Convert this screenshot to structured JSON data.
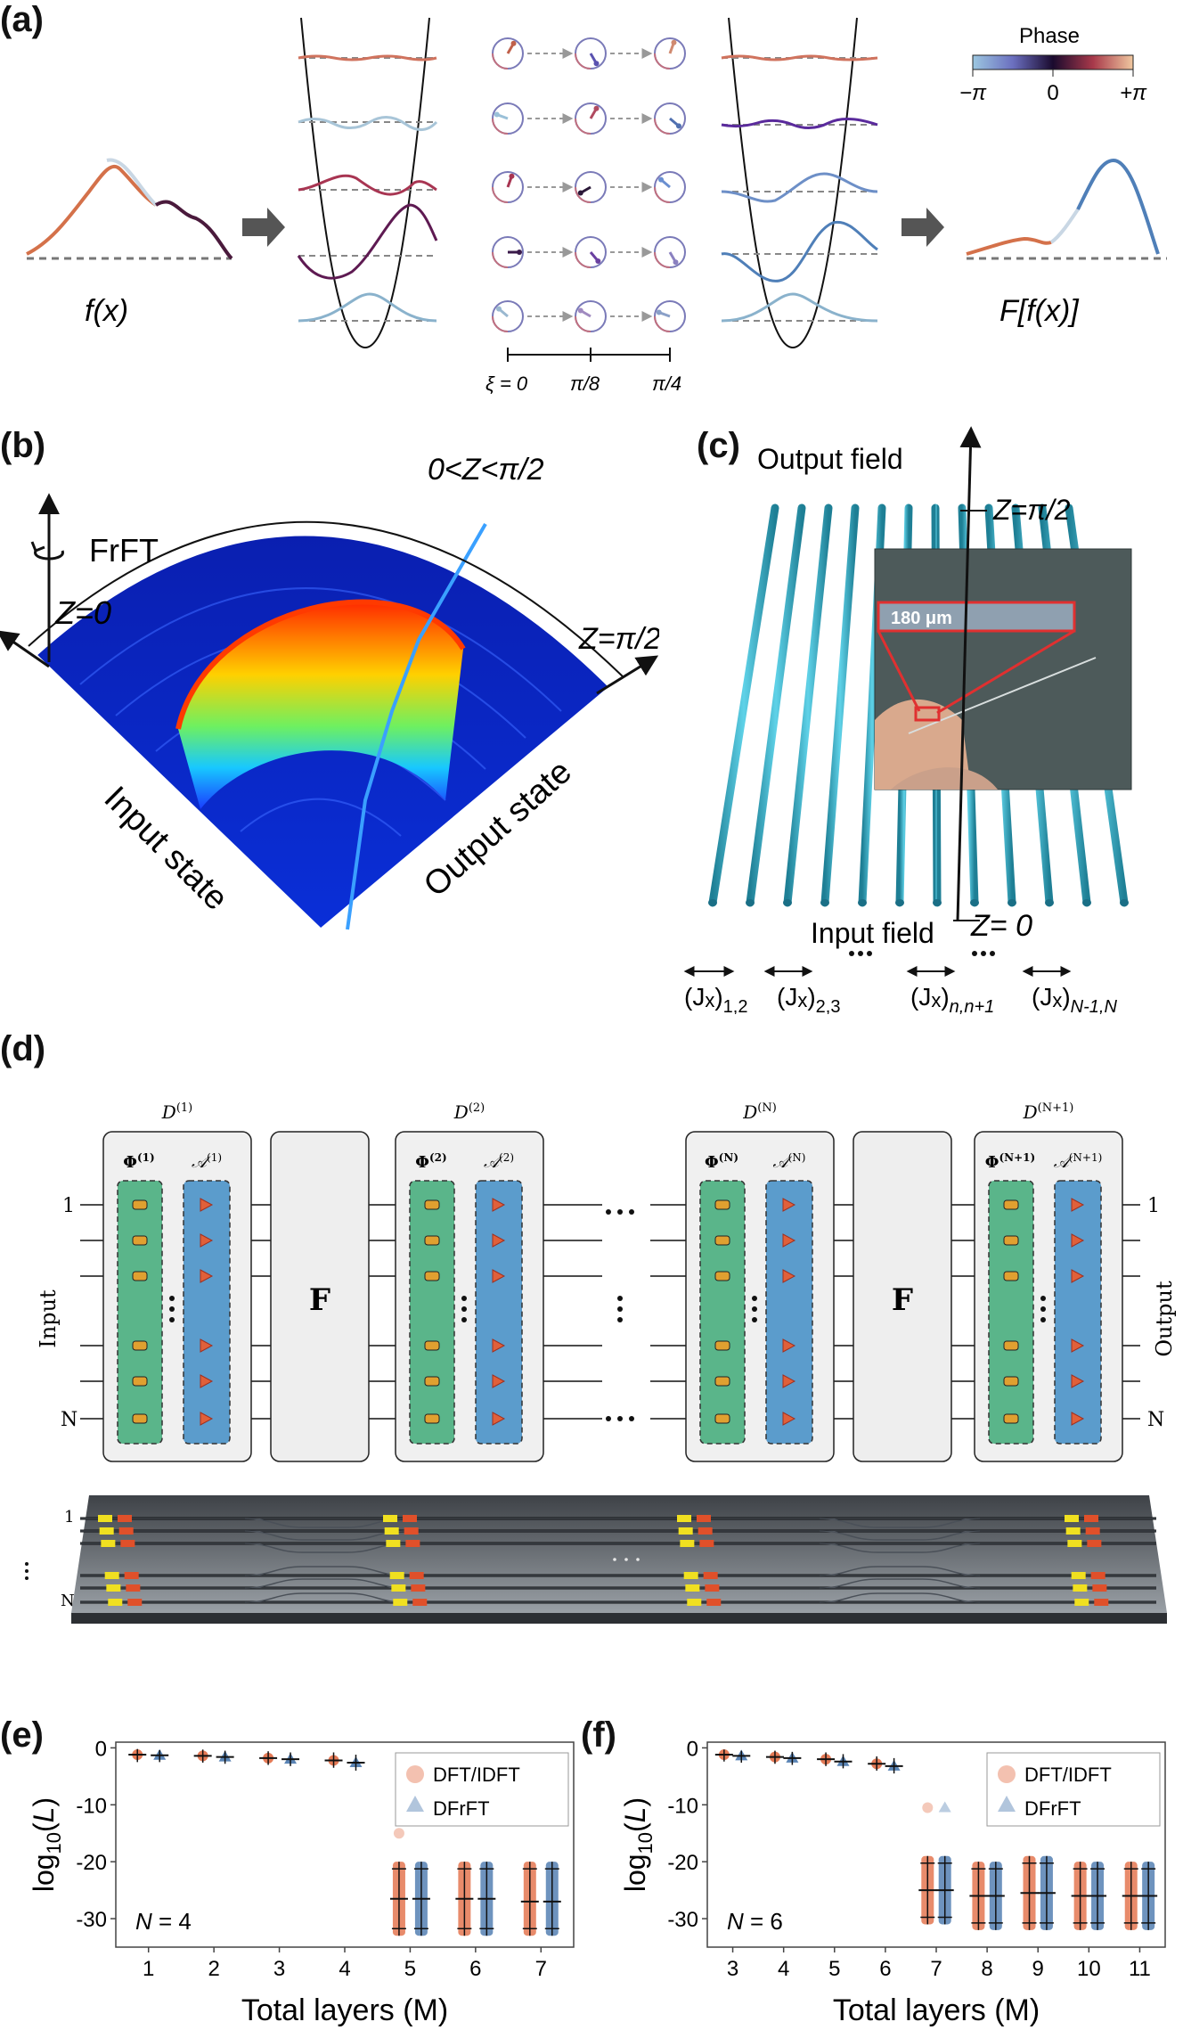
{
  "panels": {
    "a": {
      "label": "(a)",
      "input_label": "f(x)",
      "output_label": "F[f(x)]",
      "colorbar": {
        "title": "Phase",
        "min": "−π",
        "mid": "0",
        "max": "+π"
      },
      "xi_axis": [
        "ξ = 0",
        "π/8",
        "π/4"
      ]
    },
    "b": {
      "label": "(b)",
      "rotation": "FrFT",
      "z0": "Z=0",
      "zmid": "0<Z<π/2",
      "zend": "Z=π/2",
      "input": "Input state",
      "output": "Output state"
    },
    "c": {
      "label": "(c)",
      "output_field": "Output field",
      "input_field": "Input field",
      "z_top": "Z=π/2",
      "z_bottom": "Z= 0",
      "scale": "180 μm",
      "couplings": [
        "(J",
        "x",
        ")",
        "1,2",
        "(J",
        "x",
        ")",
        "2,3",
        "(J",
        "x",
        ")",
        "n,n+1",
        "(J",
        "x",
        ")",
        "N-1,N"
      ]
    },
    "d": {
      "label": "(d)",
      "input": "Input",
      "output": "Output",
      "row_top": "1",
      "row_bottom": "N",
      "f_block": "F",
      "blocks": [
        {
          "d": "D",
          "dsup": "(1)",
          "phi": "Φ",
          "phisup": "(1)",
          "a": "𝒜",
          "asup": "(1)"
        },
        {
          "d": "D",
          "dsup": "(2)",
          "phi": "Φ",
          "phisup": "(2)",
          "a": "𝒜",
          "asup": "(2)"
        },
        {
          "d": "D",
          "dsup": "(N)",
          "phi": "Φ",
          "phisup": "(N)",
          "a": "𝒜",
          "asup": "(N)"
        },
        {
          "d": "D",
          "dsup": "(N+1)",
          "phi": "Φ",
          "phisup": "(N+1)",
          "a": "𝒜",
          "asup": "(N+1)"
        }
      ],
      "chip_row_top": "1",
      "chip_row_bottom": "N"
    },
    "e": {
      "label": "(e)",
      "annotation": "N = 4"
    },
    "f": {
      "label": "(f)",
      "annotation": "N = 6"
    }
  },
  "chart_data": [
    {
      "type": "scatter",
      "title": "",
      "xlabel": "Total layers (M)",
      "ylabel": "log10(L)",
      "xlim": [
        0.5,
        7.5
      ],
      "ylim": [
        -35,
        1
      ],
      "xticks": [
        1,
        2,
        3,
        4,
        5,
        6,
        7
      ],
      "yticks": [
        0,
        -10,
        -20,
        -30
      ],
      "legend": {
        "position": "top-right",
        "entries": [
          "DFT/IDFT",
          "DFrFT"
        ]
      },
      "series": [
        {
          "name": "DFT/IDFT",
          "color": "#e0643a",
          "points": [
            {
              "x": 1,
              "mean": -1.2,
              "low": -2.5,
              "high": -0.2
            },
            {
              "x": 2,
              "mean": -1.4,
              "low": -2.6,
              "high": -0.3
            },
            {
              "x": 3,
              "mean": -1.8,
              "low": -3.0,
              "high": -0.6
            },
            {
              "x": 4,
              "mean": -2.2,
              "low": -3.5,
              "high": -0.8
            },
            {
              "x": 5,
              "mean": -26.5,
              "low": -33,
              "high": -20,
              "outlier": -15
            },
            {
              "x": 6,
              "mean": -26.5,
              "low": -33,
              "high": -20
            },
            {
              "x": 7,
              "mean": -27,
              "low": -33,
              "high": -20
            }
          ]
        },
        {
          "name": "DFrFT",
          "color": "#3d6fa8",
          "points": [
            {
              "x": 1,
              "mean": -1.3,
              "low": -2.5,
              "high": -0.4
            },
            {
              "x": 2,
              "mean": -1.6,
              "low": -2.8,
              "high": -0.5
            },
            {
              "x": 3,
              "mean": -2.0,
              "low": -3.2,
              "high": -0.8
            },
            {
              "x": 4,
              "mean": -2.6,
              "low": -4.0,
              "high": -1.2
            },
            {
              "x": 5,
              "mean": -26.5,
              "low": -33,
              "high": -20
            },
            {
              "x": 6,
              "mean": -26.5,
              "low": -33,
              "high": -20
            },
            {
              "x": 7,
              "mean": -27,
              "low": -33,
              "high": -20
            }
          ]
        }
      ]
    },
    {
      "type": "scatter",
      "title": "",
      "xlabel": "Total layers (M)",
      "ylabel": "log10(L)",
      "xlim": [
        2.5,
        11.5
      ],
      "ylim": [
        -35,
        1
      ],
      "xticks": [
        3,
        4,
        5,
        6,
        7,
        8,
        9,
        10,
        11
      ],
      "yticks": [
        0,
        -10,
        -20,
        -30
      ],
      "legend": {
        "position": "top-right",
        "entries": [
          "DFT/IDFT",
          "DFrFT"
        ]
      },
      "series": [
        {
          "name": "DFT/IDFT",
          "color": "#e0643a",
          "points": [
            {
              "x": 3,
              "mean": -1.2,
              "low": -2.4,
              "high": -0.3
            },
            {
              "x": 4,
              "mean": -1.6,
              "low": -2.8,
              "high": -0.5
            },
            {
              "x": 5,
              "mean": -2.0,
              "low": -3.2,
              "high": -0.8
            },
            {
              "x": 6,
              "mean": -2.8,
              "low": -4.0,
              "high": -1.5
            },
            {
              "x": 7,
              "mean": -25,
              "low": -31,
              "high": -19,
              "outlier": -10.5
            },
            {
              "x": 8,
              "mean": -26,
              "low": -32,
              "high": -20
            },
            {
              "x": 9,
              "mean": -25.5,
              "low": -32,
              "high": -19
            },
            {
              "x": 10,
              "mean": -26,
              "low": -32,
              "high": -20
            },
            {
              "x": 11,
              "mean": -26,
              "low": -32,
              "high": -20
            }
          ]
        },
        {
          "name": "DFrFT",
          "color": "#3d6fa8",
          "points": [
            {
              "x": 3,
              "mean": -1.4,
              "low": -2.6,
              "high": -0.5
            },
            {
              "x": 4,
              "mean": -1.8,
              "low": -3.0,
              "high": -0.7
            },
            {
              "x": 5,
              "mean": -2.4,
              "low": -3.6,
              "high": -1.1
            },
            {
              "x": 6,
              "mean": -3.2,
              "low": -4.5,
              "high": -1.8
            },
            {
              "x": 7,
              "mean": -25,
              "low": -31,
              "high": -19,
              "outlier": -10.5
            },
            {
              "x": 8,
              "mean": -26,
              "low": -32,
              "high": -20
            },
            {
              "x": 9,
              "mean": -25.5,
              "low": -32,
              "high": -19
            },
            {
              "x": 10,
              "mean": -26,
              "low": -32,
              "high": -20
            },
            {
              "x": 11,
              "mean": -26,
              "low": -32,
              "high": -20
            }
          ]
        }
      ]
    }
  ]
}
